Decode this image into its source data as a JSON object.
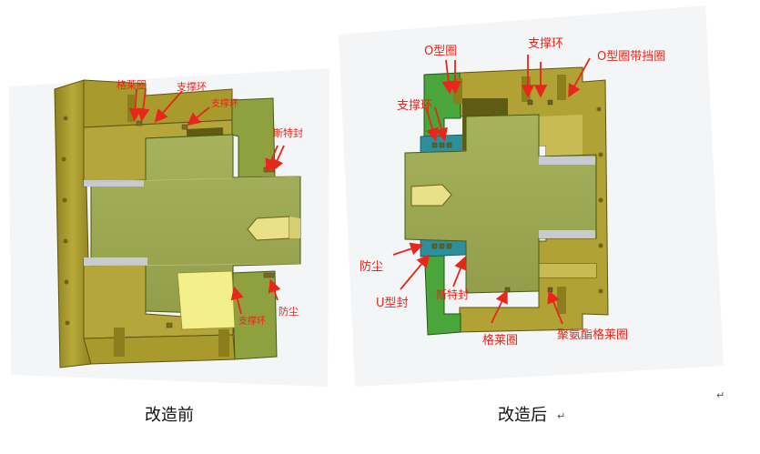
{
  "colors": {
    "olive": "#a89a2c",
    "olive_dark": "#7e7216",
    "olive_light": "#c2b54a",
    "green_body": "#a7b25a",
    "green_piston": "#9eaa52",
    "green_bright": "#4aa53a",
    "teal": "#2e8f9c",
    "yellow_seal": "#f3ef8a",
    "label_red": "#e8261a",
    "steel": "#b8bcc2"
  },
  "before": {
    "caption": "改造前",
    "labels": {
      "grid_ring": "格莱圈",
      "support_ring": "支撑环",
      "support_ring2": "支撑环",
      "step_seal": "斯特封",
      "support_ring_lower": "支撑环",
      "dust": "防尘"
    }
  },
  "after": {
    "caption": "改造后",
    "labels": {
      "o_ring": "O型圈",
      "support_ring_top": "支撑环",
      "o_ring_retainer": "O型圈带挡圈",
      "support_ring_left": "支撑环",
      "dust": "防尘",
      "u_seal": "U型封",
      "step_seal": "斯特封",
      "grid_ring": "格莱圈",
      "pu_grid_ring": "聚氨酯格莱圈"
    }
  },
  "paragraph_marks": [
    "↵",
    "↵"
  ]
}
